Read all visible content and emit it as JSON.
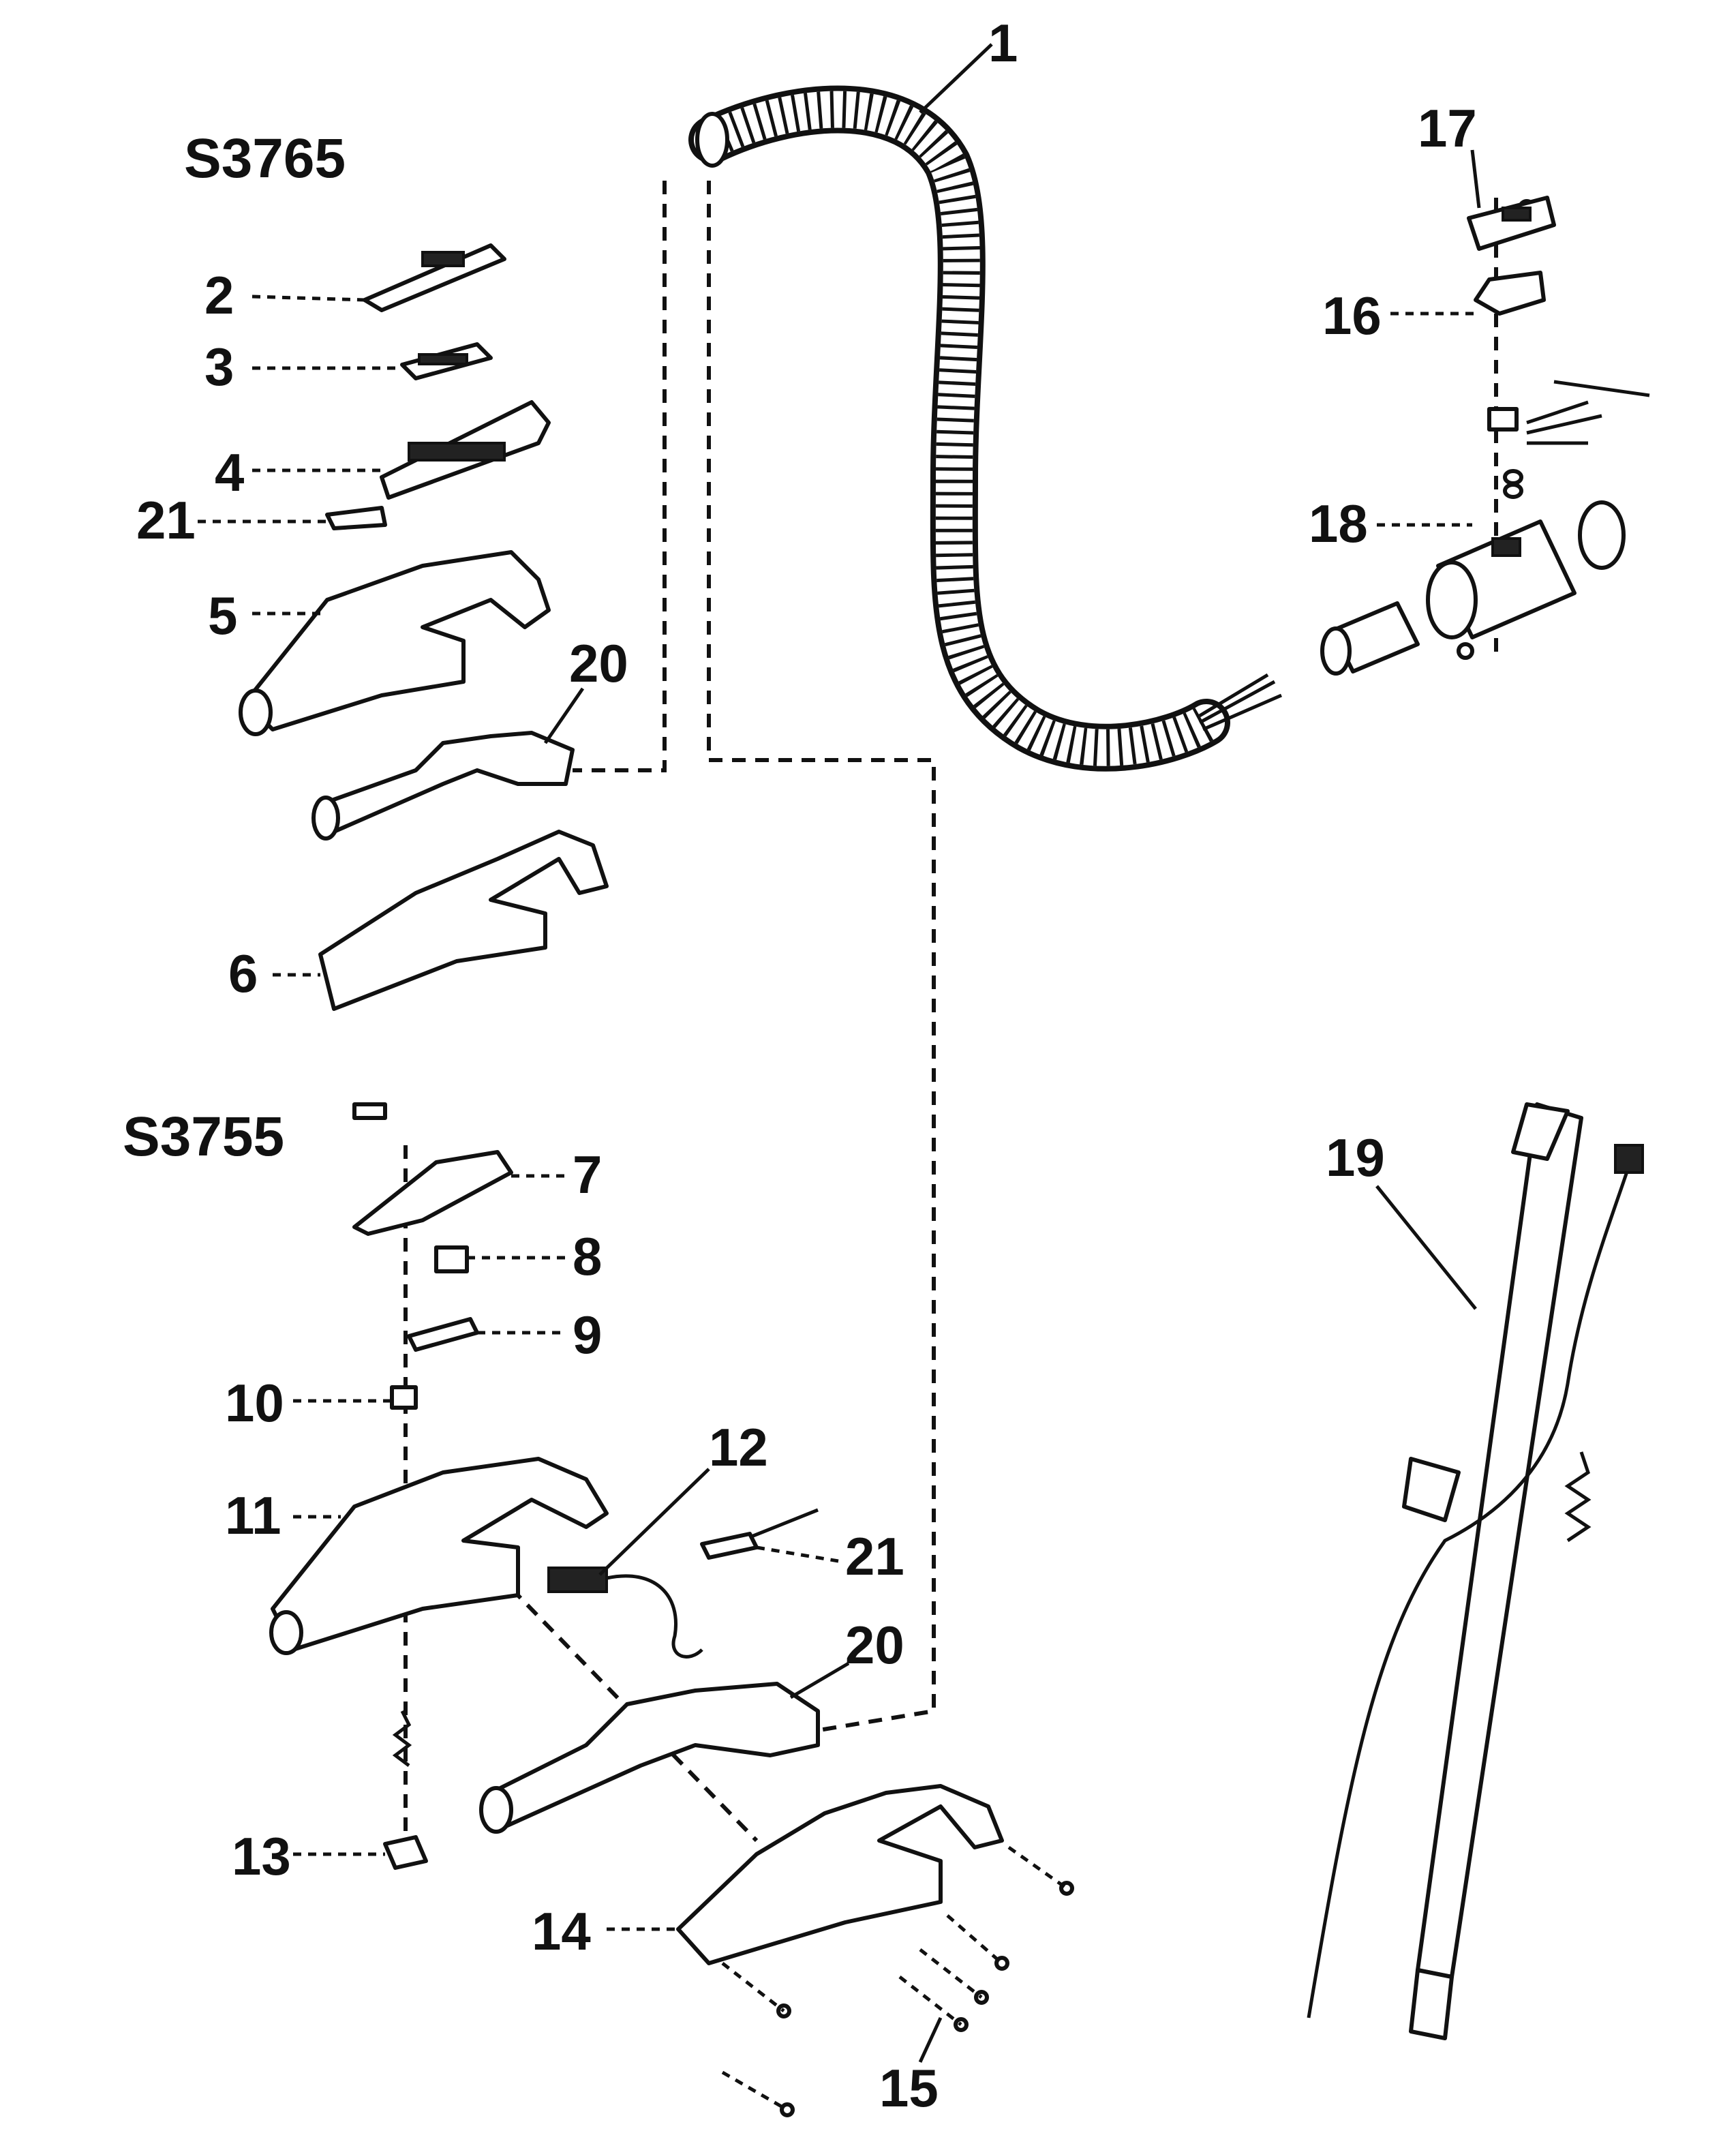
{
  "models": [
    "S3765",
    "S3755"
  ],
  "callouts": [
    "1",
    "2",
    "3",
    "4",
    "21",
    "5",
    "20",
    "6",
    "7",
    "8",
    "9",
    "10",
    "11",
    "12",
    "21",
    "20",
    "13",
    "14",
    "15",
    "16",
    "17",
    "18",
    "19"
  ]
}
